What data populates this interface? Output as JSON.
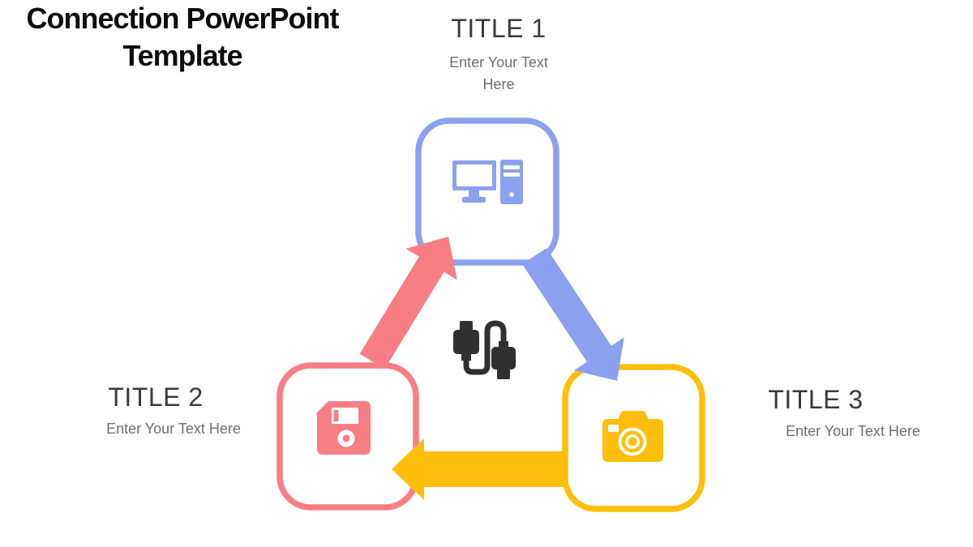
{
  "slide": {
    "title": "Connection PowerPoint Template"
  },
  "nodes": [
    {
      "title": "TITLE 1",
      "subtitle": "Enter Your Text Here",
      "icon": "computer-icon",
      "color": "#8BA1F0"
    },
    {
      "title": "TITLE 2",
      "subtitle": "Enter Your Text Here",
      "icon": "floppy-disk-icon",
      "color": "#F77E85"
    },
    {
      "title": "TITLE 3",
      "subtitle": "Enter Your Text Here",
      "icon": "camera-icon",
      "color": "#FDBF0B"
    }
  ],
  "connections": [
    {
      "from": "TITLE 2",
      "to": "TITLE 1",
      "color": "#F8767D"
    },
    {
      "from": "TITLE 1",
      "to": "TITLE 3",
      "color": "#8BA1F0"
    },
    {
      "from": "TITLE 3",
      "to": "TITLE 2",
      "color": "#FDBF0B"
    }
  ],
  "center_icon": "usb-cable-icon",
  "colors": {
    "blue": "#8BA1F0",
    "coral": "#F77E85",
    "yellow": "#FDBF0B",
    "dark": "#303030",
    "heading": "#3A3A3A",
    "subtext": "#6E6E6E",
    "main_title": "#0D0D0D",
    "background": "#FFFFFF"
  }
}
